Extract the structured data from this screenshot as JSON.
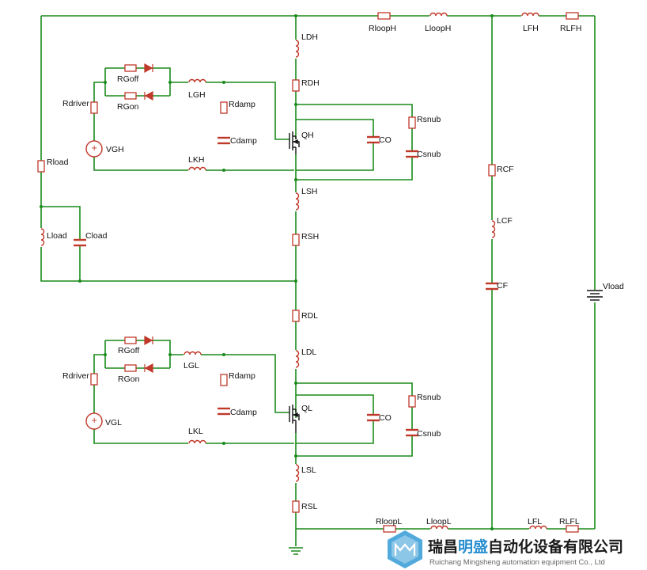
{
  "components": {
    "LDH": "LDH",
    "RDH": "RDH",
    "RloopH": "RloopH",
    "LloopH": "LloopH",
    "LFH": "LFH",
    "RLFH": "RLFH",
    "RGoff_H": "RGoff",
    "RGon_H": "RGon",
    "Rdriver_H": "Rdriver",
    "VGH": "VGH",
    "LGH": "LGH",
    "Rdamp_H": "Rdamp",
    "Cdamp_H": "Cdamp",
    "LKH": "LKH",
    "QH": "QH",
    "CO_H": "CO",
    "Rsnub_H": "Rsnub",
    "Csnub_H": "Csnub",
    "Rload": "Rload",
    "Lload": "Lload",
    "Cload": "Cload",
    "LSH": "LSH",
    "RSH": "RSH",
    "RCF": "RCF",
    "LCF": "LCF",
    "CF": "CF",
    "Vload": "Vload",
    "RDL": "RDL",
    "LDL": "LDL",
    "RGoff_L": "RGoff",
    "RGon_L": "RGon",
    "Rdriver_L": "Rdriver",
    "VGL": "VGL",
    "LGL": "LGL",
    "Rdamp_L": "Rdamp",
    "Cdamp_L": "Cdamp",
    "LKL": "LKL",
    "QL": "QL",
    "CO_L": "CO",
    "Rsnub_L": "Rsnub",
    "Csnub_L": "Csnub",
    "LSL": "LSL",
    "RSL": "RSL",
    "RloopL": "RloopL",
    "LloopL": "LloopL",
    "LFL": "LFL",
    "RLFL": "RLFL"
  },
  "logo": {
    "company_cn_part1": "瑞昌",
    "company_cn_accent": "明盛",
    "company_cn_part2": "自动化设备有限公司",
    "company_en": "Ruichang Mingsheng automation equipment Co., Ltd"
  },
  "colors": {
    "wire": "#1a8a1a",
    "component": "#c0392b",
    "logo_accent": "#2a8fd0"
  }
}
